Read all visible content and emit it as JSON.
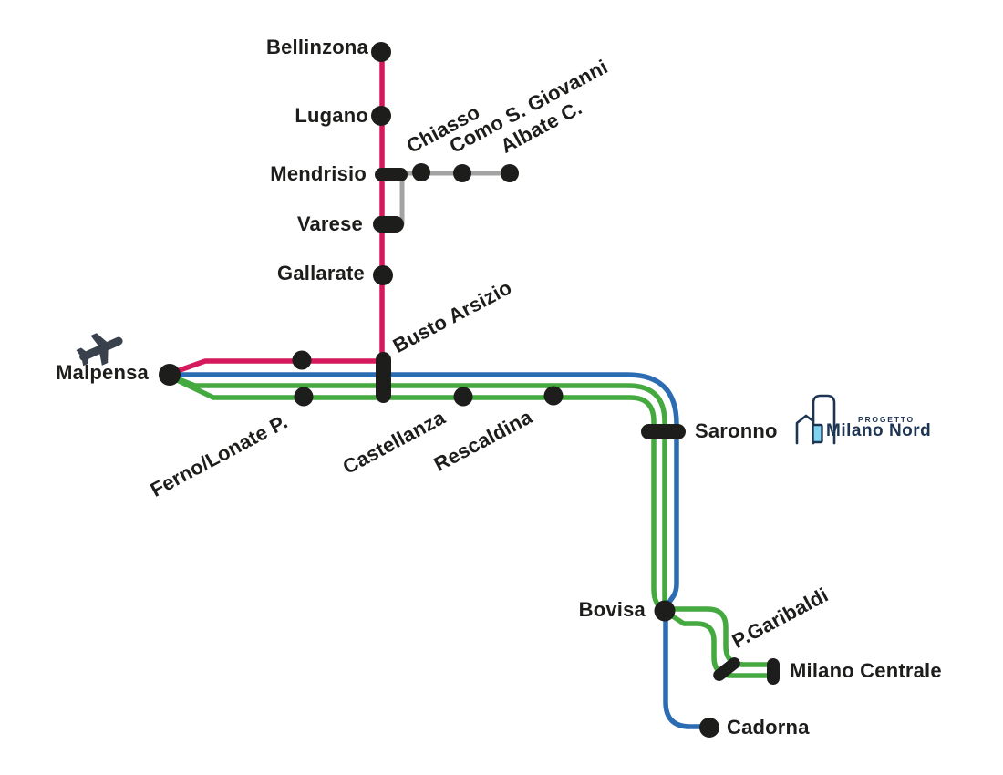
{
  "stations": {
    "bellinzona": "Bellinzona",
    "lugano": "Lugano",
    "mendrisio": "Mendrisio",
    "chiasso": "Chiasso",
    "como_s_giovanni": "Como S. Giovanni",
    "albate_c": "Albate C.",
    "varese": "Varese",
    "gallarate": "Gallarate",
    "busto_arsizio": "Busto Arsizio",
    "malpensa": "Malpensa",
    "ferno_lonate": "Ferno/Lonate P.",
    "castellanza": "Castellanza",
    "rescaldina": "Rescaldina",
    "saronno": "Saronno",
    "bovisa": "Bovisa",
    "p_garibaldi": "P.Garibaldi",
    "milano_centrale": "Milano Centrale",
    "cadorna": "Cadorna"
  },
  "logo": {
    "progetto": "PROGETTO",
    "name": "Milano Nord"
  },
  "icons": {
    "airplane": "airplane-icon",
    "logo_buildings": "logo-buildings-icon"
  },
  "colors": {
    "line_red": "#d6195c",
    "line_green": "#44a93f",
    "line_blue": "#2b6cb3",
    "line_gray": "#a3a3a3",
    "station_dark": "#1d1d1b",
    "logo_navy": "#1d3553",
    "logo_window_blue": "#7fd2f0",
    "airplane_dark": "#38414c"
  }
}
